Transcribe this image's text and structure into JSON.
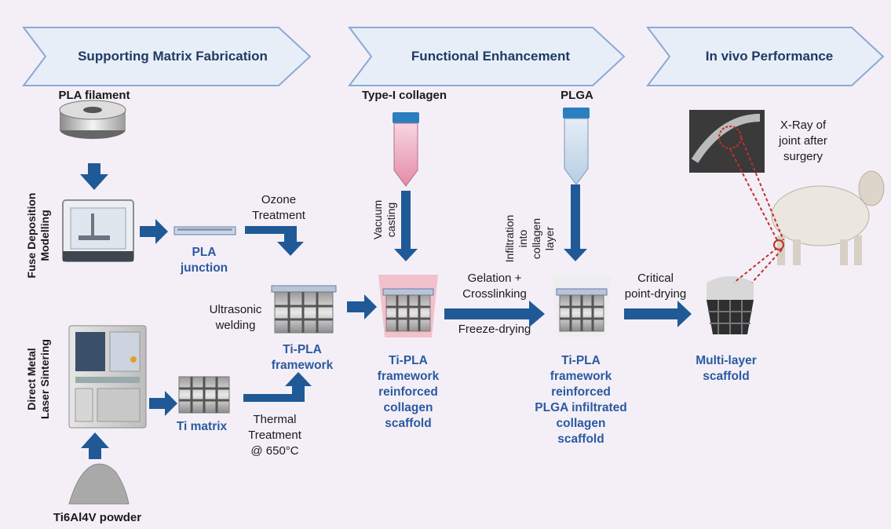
{
  "headers": {
    "stage1": "Supporting Matrix Fabrication",
    "stage2": "Functional Enhancement",
    "stage3": "In vivo Performance"
  },
  "materials": {
    "pla_filament": "PLA filament",
    "ti_powder": "Ti6Al4V powder",
    "collagen": "Type-I collagen",
    "plga": "PLGA"
  },
  "row_labels": {
    "fdm": [
      "Fuse Deposition",
      "Modelling"
    ],
    "dmls": [
      "Direct Metal",
      "Laser Sintering"
    ]
  },
  "products": {
    "pla_junction": [
      "PLA",
      "junction"
    ],
    "ti_matrix": "Ti matrix",
    "ti_pla_framework": [
      "Ti-PLA",
      "framework"
    ],
    "collagen_scaffold": [
      "Ti-PLA",
      "framework",
      "reinforced",
      "collagen",
      "scaffold"
    ],
    "plga_scaffold": [
      "Ti-PLA",
      "framework",
      "reinforced",
      "PLGA infiltrated",
      "collagen",
      "scaffold"
    ],
    "multilayer": [
      "Multi-layer",
      "scaffold"
    ]
  },
  "processes": {
    "ozone": [
      "Ozone",
      "Treatment"
    ],
    "ultrasonic": [
      "Ultrasonic",
      "welding"
    ],
    "thermal": [
      "Thermal",
      "Treatment",
      "@ 650°C"
    ],
    "vacuum": [
      "Vacuum",
      "casting"
    ],
    "infiltration": [
      "Infiltration",
      "into",
      "collagen",
      "layer"
    ],
    "gelation": [
      "Gelation +",
      "Crosslinking"
    ],
    "freeze": "Freeze-drying",
    "critical": [
      "Critical",
      "point-drying"
    ]
  },
  "xray_caption": [
    "X-Ray of",
    "joint after",
    "surgery"
  ],
  "colors": {
    "background": "#f4eff7",
    "banner_fill": "#e7eef8",
    "banner_stroke": "#8aaad3",
    "arrow": "#1f5a96",
    "text_blue": "#2a5aa0",
    "annotation_red": "#c0302a"
  }
}
